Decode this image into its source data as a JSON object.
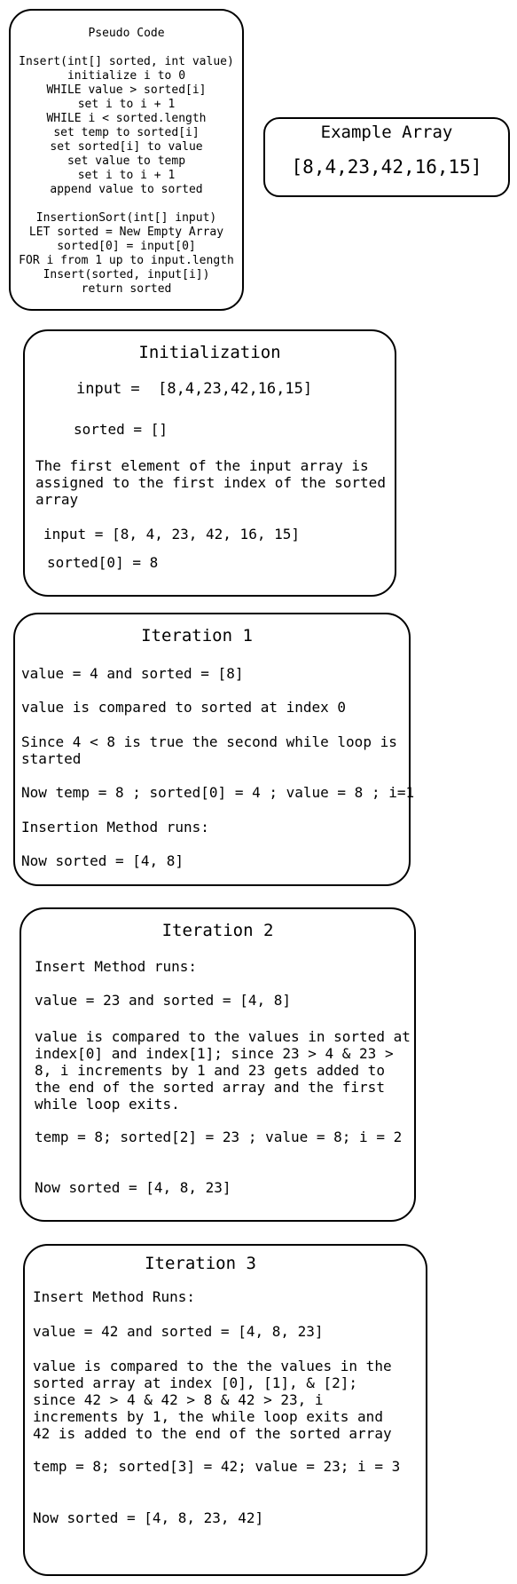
{
  "pseudo_code": {
    "title": "Pseudo Code",
    "lines": [
      "Insert(int[] sorted, int value)",
      "initialize i to 0",
      "WHILE value > sorted[i]",
      "set i to i + 1",
      "WHILE i < sorted.length",
      "set temp to sorted[i]",
      "set sorted[i] to value",
      "set value to temp",
      "set i to i + 1",
      "append value to sorted",
      "",
      "InsertionSort(int[] input)",
      "LET sorted = New Empty Array",
      "sorted[0] = input[0]",
      "FOR i from 1 up to input.length",
      "Insert(sorted, input[i])",
      "return sorted"
    ]
  },
  "example_array": {
    "title": "Example Array",
    "value": "[8,4,23,42,16,15]"
  },
  "initialization": {
    "title": "Initialization",
    "input_line": "input =  [8,4,23,42,16,15]",
    "sorted_line": "sorted = []",
    "description": "The first element of the input array is assigned to the first index of the sorted array",
    "input_after": "input = [8, 4, 23, 42, 16, 15]",
    "sorted_after": "sorted[0] = 8"
  },
  "iteration1": {
    "title": "Iteration 1",
    "line1": "value = 4 and sorted = [8]",
    "line2": "value is compared to sorted at index 0",
    "line3": "Since 4 < 8 is true the second while loop is started",
    "line4": "Now temp = 8 ; sorted[0] = 4 ; value = 8 ; i=1",
    "line5": "Insertion Method runs:",
    "line6": "Now sorted = [4, 8]"
  },
  "iteration2": {
    "title": "Iteration 2",
    "line1": "Insert Method runs:",
    "line2": "value = 23 and sorted = [4, 8]",
    "line3": "value is compared to the values in sorted at index[0] and index[1]; since 23 > 4 & 23 > 8, i increments by 1 and 23 gets added to the end of the sorted array and the first while loop exits.",
    "line4": "temp = 8; sorted[2] = 23 ; value = 8; i = 2",
    "line5": "Now sorted = [4, 8, 23]"
  },
  "iteration3": {
    "title": "Iteration 3",
    "line1": "Insert Method Runs:",
    "line2": "value = 42 and sorted = [4, 8, 23]",
    "line3": "value is compared to the the values in the sorted array at index [0], [1], & [2]; since 42 > 4 & 42 > 8 & 42 > 23, i increments by 1, the while loop exits and 42 is added to the end of the sorted array",
    "line4": "temp = 8; sorted[3] = 42; value = 23; i = 3",
    "line5": "Now sorted = [4, 8, 23, 42]"
  }
}
